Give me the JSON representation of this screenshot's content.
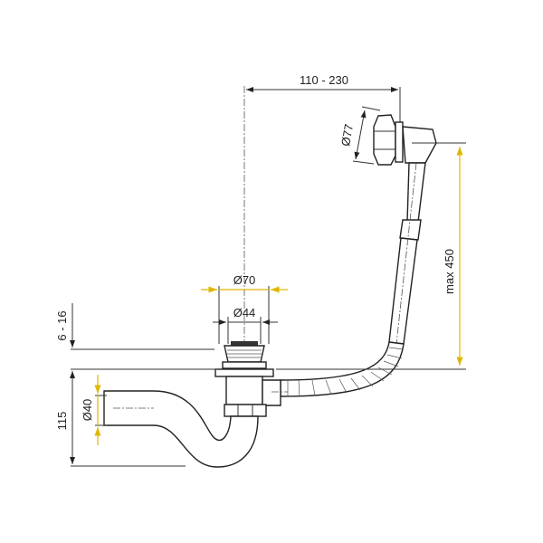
{
  "dimensions": {
    "overflow_offset": "110 - 230",
    "overflow_diameter": "Ø77",
    "max_height": "max 450",
    "drain_outer_diameter": "Ø70",
    "drain_inner_diameter": "Ø44",
    "bath_thickness": "6 - 16",
    "trap_height": "115",
    "outlet_diameter": "Ø40"
  },
  "colors": {
    "highlight_dimension": "#e0b800",
    "line": "#222222"
  }
}
